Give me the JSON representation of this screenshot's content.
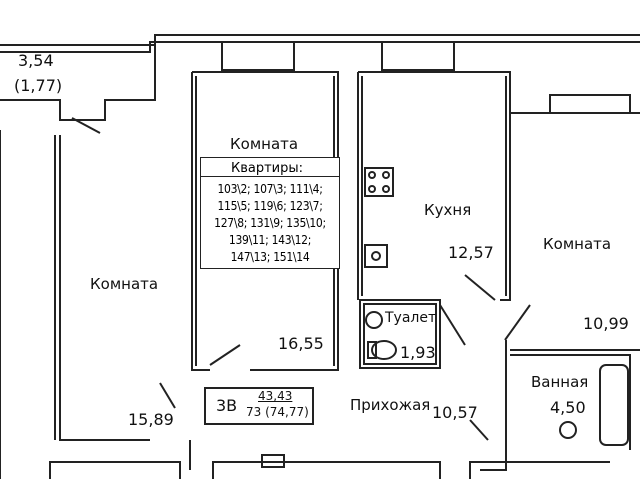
{
  "plan": {
    "corner": {
      "area": "3,54",
      "area_sub": "(1,77)"
    },
    "rooms": {
      "room_left": {
        "name": "Комната",
        "area": "15,89"
      },
      "room_center": {
        "name": "Комната",
        "area": "16,55"
      },
      "kitchen": {
        "name": "Кухня",
        "area": "12,57"
      },
      "room_right": {
        "name": "Комната",
        "area": "10,99"
      },
      "toilet": {
        "name": "Туалет",
        "area": "1,93"
      },
      "bathroom": {
        "name": "Ванная",
        "area": "4,50"
      },
      "hallway": {
        "name": "Прихожая",
        "area": "10,57"
      }
    },
    "apartments": {
      "title": "Квартиры:",
      "lines": [
        "103\\2; 107\\3; 111\\4;",
        "115\\5; 119\\6; 123\\7;",
        "127\\8; 131\\9; 135\\10;",
        "139\\11; 143\\12;",
        "147\\13; 151\\14"
      ]
    },
    "summary": {
      "type": "3В",
      "area_living": "43,43",
      "area_total": "73 (74,77)"
    },
    "colors": {
      "wall": "#222222",
      "fill": "#ffffff"
    }
  }
}
